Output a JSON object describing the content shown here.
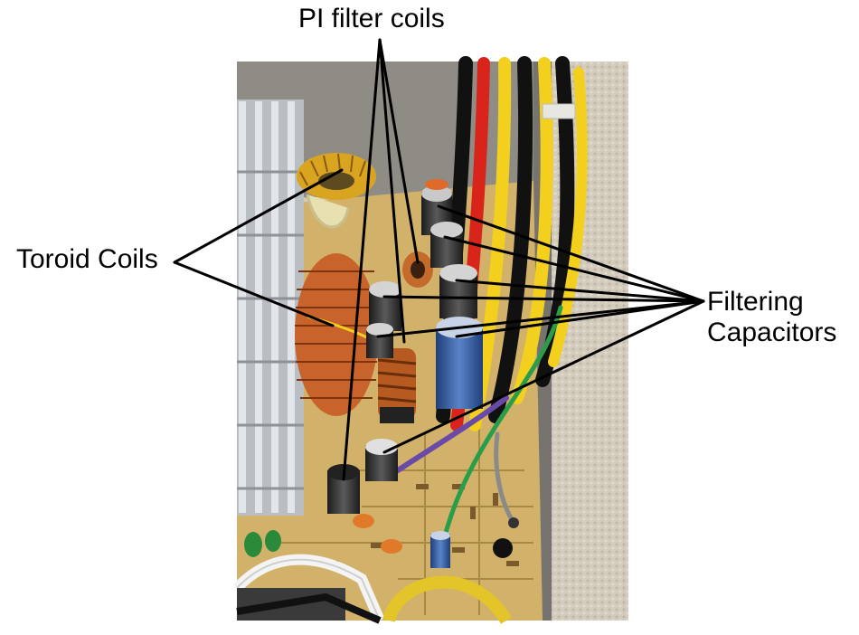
{
  "labels": {
    "pi_filter": "PI filter coils",
    "toroid": "Toroid Coils",
    "filtering_line1": "Filtering",
    "filtering_line2": "Capacitors"
  },
  "colors": {
    "annotation_line": "#000000",
    "pcb": "#d2b26a",
    "heatsink": "#d4d8dc",
    "copper": "#c8632c",
    "carpet": "#cfc6b6"
  }
}
